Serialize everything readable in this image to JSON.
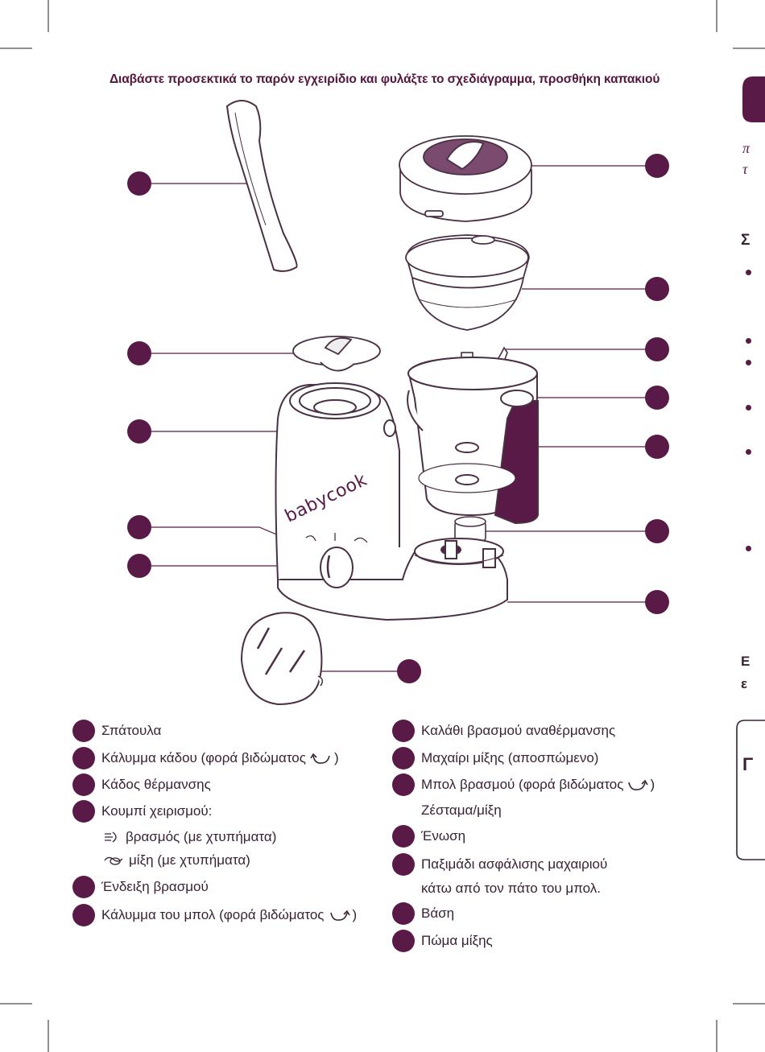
{
  "page": {
    "title": "Διαβάστε προσεκτικά το παρόν εγχειρίδιο και φυλάξτε το σχεδιάγραμμα, προσθήκη καπακιού"
  },
  "device": {
    "brand_label": "babycook"
  },
  "legend_left": [
    {
      "text": "Σπάτουλα"
    },
    {
      "text": "Κάλυμμα κάδου (φορά βιδώματος",
      "suffix": ")",
      "icon": "counterclockwise-arrow-icon"
    },
    {
      "text": "Κάδος θέρμανσης"
    },
    {
      "text": "Κουμπί χειρισμού:"
    },
    {
      "text": "Ένδειξη βρασμού"
    },
    {
      "text": "Κάλυμμα του μπολ (φορά βιδώματος",
      "suffix": ")",
      "icon": "clockwise-arrow-icon"
    }
  ],
  "control_button_options": [
    {
      "icon": "steam-icon",
      "text": "βρασμός (με χτυπήματα)"
    },
    {
      "icon": "blend-icon",
      "text": "μίξη (με χτυπήματα)"
    }
  ],
  "legend_right": [
    {
      "text": "Καλάθι βρασμού αναθέρμανσης"
    },
    {
      "text": "Μαχαίρι μίξης (αποσπώμενο)"
    },
    {
      "text": "Μπολ βρασμού (φορά βιδώματος",
      "suffix": ")",
      "icon": "clockwise-arrow-icon",
      "line2": "Ζέσταμα/μίξη"
    },
    {
      "text": "Ένωση"
    },
    {
      "text": "Παξιμάδι ασφάλισης μαχαιριού",
      "line2": "κάτω από τον πάτο του μπολ."
    },
    {
      "text": "Βάση"
    },
    {
      "text": "Πώμα μίξης"
    }
  ],
  "side_fragments": {
    "line1": "π",
    "line2": "τ",
    "heading1": "Σ",
    "heading2": "Ε",
    "line3": "ε",
    "heading3": "Γ"
  },
  "colors": {
    "accent": "#5a1a47",
    "title": "#55163f",
    "line": "#5a1a47"
  }
}
